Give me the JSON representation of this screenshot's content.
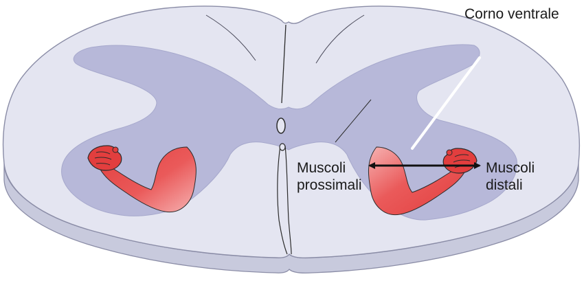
{
  "labels": {
    "ventral_horn": "Corno ventrale",
    "proximal": [
      "Muscoli",
      "prossimali"
    ],
    "distal": [
      "Muscoli",
      "distali"
    ]
  },
  "colors": {
    "white_matter": "#e4e5f1",
    "white_matter_edge": "#8a8ca6",
    "side_face": "#c8cadd",
    "gray_matter": "#b7b8d9",
    "gray_matter_edge": "#a6a8cc",
    "arm_light": "#f4a9a9",
    "arm_dark": "#e23e3e",
    "outline": "#2b2b2b",
    "pointer_line": "#ffffff",
    "text": "#1a1a1a"
  },
  "icons": [
    "arm-left-icon",
    "arm-right-icon",
    "double-arrow-icon",
    "central-canal-icon"
  ]
}
